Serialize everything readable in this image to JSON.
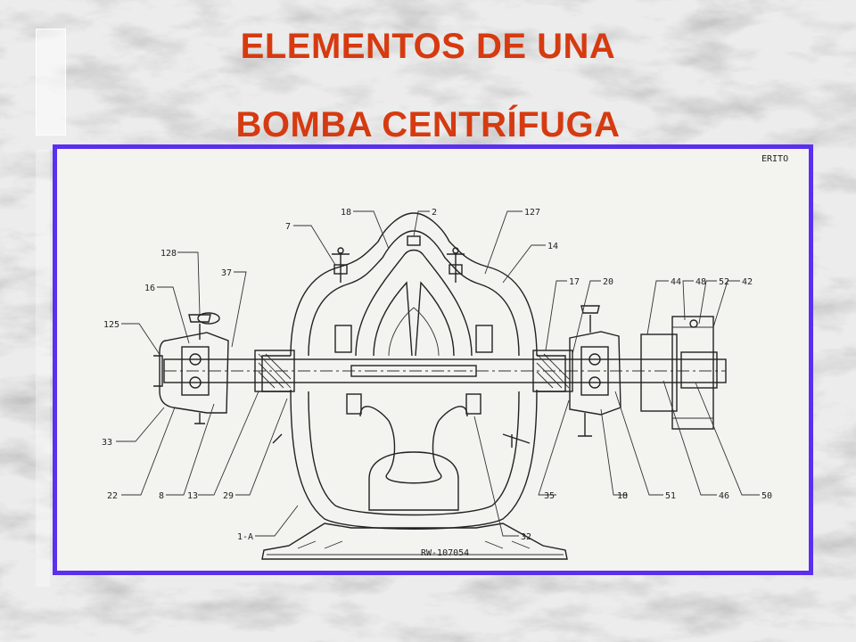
{
  "slide": {
    "title_line1": "ELEMENTOS DE UNA",
    "title_line2": "BOMBA CENTRÍFUGA",
    "title_color": "#d63a10",
    "frame_color": "#5a2ff0",
    "diagram_code": "RW-107054",
    "corner_code": "ERITO"
  },
  "callouts": [
    {
      "id": "c18",
      "label": "18"
    },
    {
      "id": "c2",
      "label": "2"
    },
    {
      "id": "c127",
      "label": "127"
    },
    {
      "id": "c7",
      "label": "7"
    },
    {
      "id": "c14",
      "label": "14"
    },
    {
      "id": "c128",
      "label": "128"
    },
    {
      "id": "c37",
      "label": "37"
    },
    {
      "id": "c16",
      "label": "16"
    },
    {
      "id": "c125",
      "label": "125"
    },
    {
      "id": "c17",
      "label": "17"
    },
    {
      "id": "c20",
      "label": "20"
    },
    {
      "id": "c44",
      "label": "44"
    },
    {
      "id": "c48",
      "label": "48"
    },
    {
      "id": "c52",
      "label": "52"
    },
    {
      "id": "c42",
      "label": "42"
    },
    {
      "id": "c33",
      "label": "33"
    },
    {
      "id": "c22",
      "label": "22"
    },
    {
      "id": "c8",
      "label": "8"
    },
    {
      "id": "c13",
      "label": "13"
    },
    {
      "id": "c29",
      "label": "29"
    },
    {
      "id": "c1a",
      "label": "1-A"
    },
    {
      "id": "c32",
      "label": "32"
    },
    {
      "id": "c35",
      "label": "35"
    },
    {
      "id": "c18b",
      "label": "18"
    },
    {
      "id": "c51",
      "label": "51"
    },
    {
      "id": "c46",
      "label": "46"
    },
    {
      "id": "c50",
      "label": "50"
    }
  ]
}
